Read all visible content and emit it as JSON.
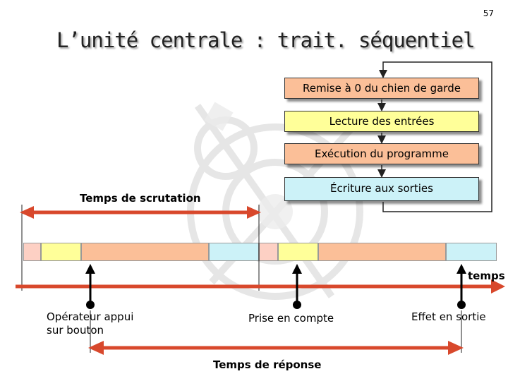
{
  "page_number": "57",
  "title": "L’unité centrale : trait. séquentiel",
  "cycle_steps": [
    {
      "label": "Remise à 0 du chien de garde",
      "color": "#fbbf98"
    },
    {
      "label": "Lecture des entrées",
      "color": "#ffff99"
    },
    {
      "label": "Exécution du programme",
      "color": "#fbbf98"
    },
    {
      "label": "Écriture aux sorties",
      "color": "#ccf2f8"
    }
  ],
  "scan_time_label": "Temps de scrutation",
  "time_axis_label": "temps",
  "events": [
    {
      "label": "Opérateur appui\nsur bouton"
    },
    {
      "label": "Prise en compte"
    },
    {
      "label": "Effet en sortie"
    }
  ],
  "response_time_label": "Temps de réponse",
  "colors": {
    "axis": "#d8482c",
    "reset_segment": "#fdd0c4",
    "input_segment": "#ffff99",
    "exec_segment": "#fbbf98",
    "output_segment": "#ccf2f8"
  }
}
